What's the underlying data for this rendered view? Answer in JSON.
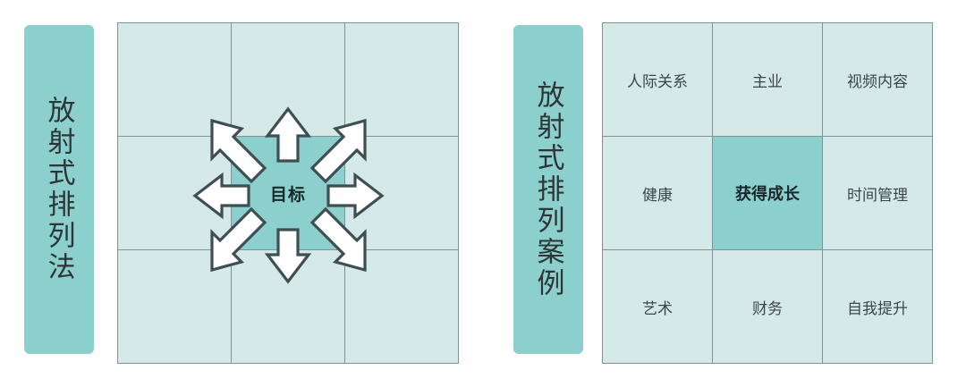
{
  "colors": {
    "bar_teal": "#8bd0cc",
    "cell_light": "#d4e9e8",
    "cell_center": "#8bd0cc",
    "gridline": "#7b9496",
    "arrow_fill": "#ffffff",
    "arrow_stroke": "#3e4e53",
    "text_dark": "#3c4648",
    "background": "#ffffff"
  },
  "left_panel": {
    "label": "放射式排列法",
    "diagram": {
      "center_label": "目标",
      "arrow_count": 8,
      "arrow_directions": [
        "up-left",
        "up",
        "up-right",
        "left",
        "right",
        "down-left",
        "down",
        "down-right"
      ],
      "grid": {
        "rows": 3,
        "cols": 3,
        "cells": [
          [
            "",
            "",
            ""
          ],
          [
            "",
            "目标",
            ""
          ],
          [
            "",
            "",
            ""
          ]
        ]
      }
    }
  },
  "right_panel": {
    "label": "放射式排列案例",
    "grid": {
      "rows": 3,
      "cols": 3,
      "center_index": {
        "row": 1,
        "col": 1
      },
      "cells": [
        [
          "人际关系",
          "主业",
          "视频内容"
        ],
        [
          "健康",
          "获得成长",
          "时间管理"
        ],
        [
          "艺术",
          "财务",
          "自我提升"
        ]
      ]
    }
  }
}
